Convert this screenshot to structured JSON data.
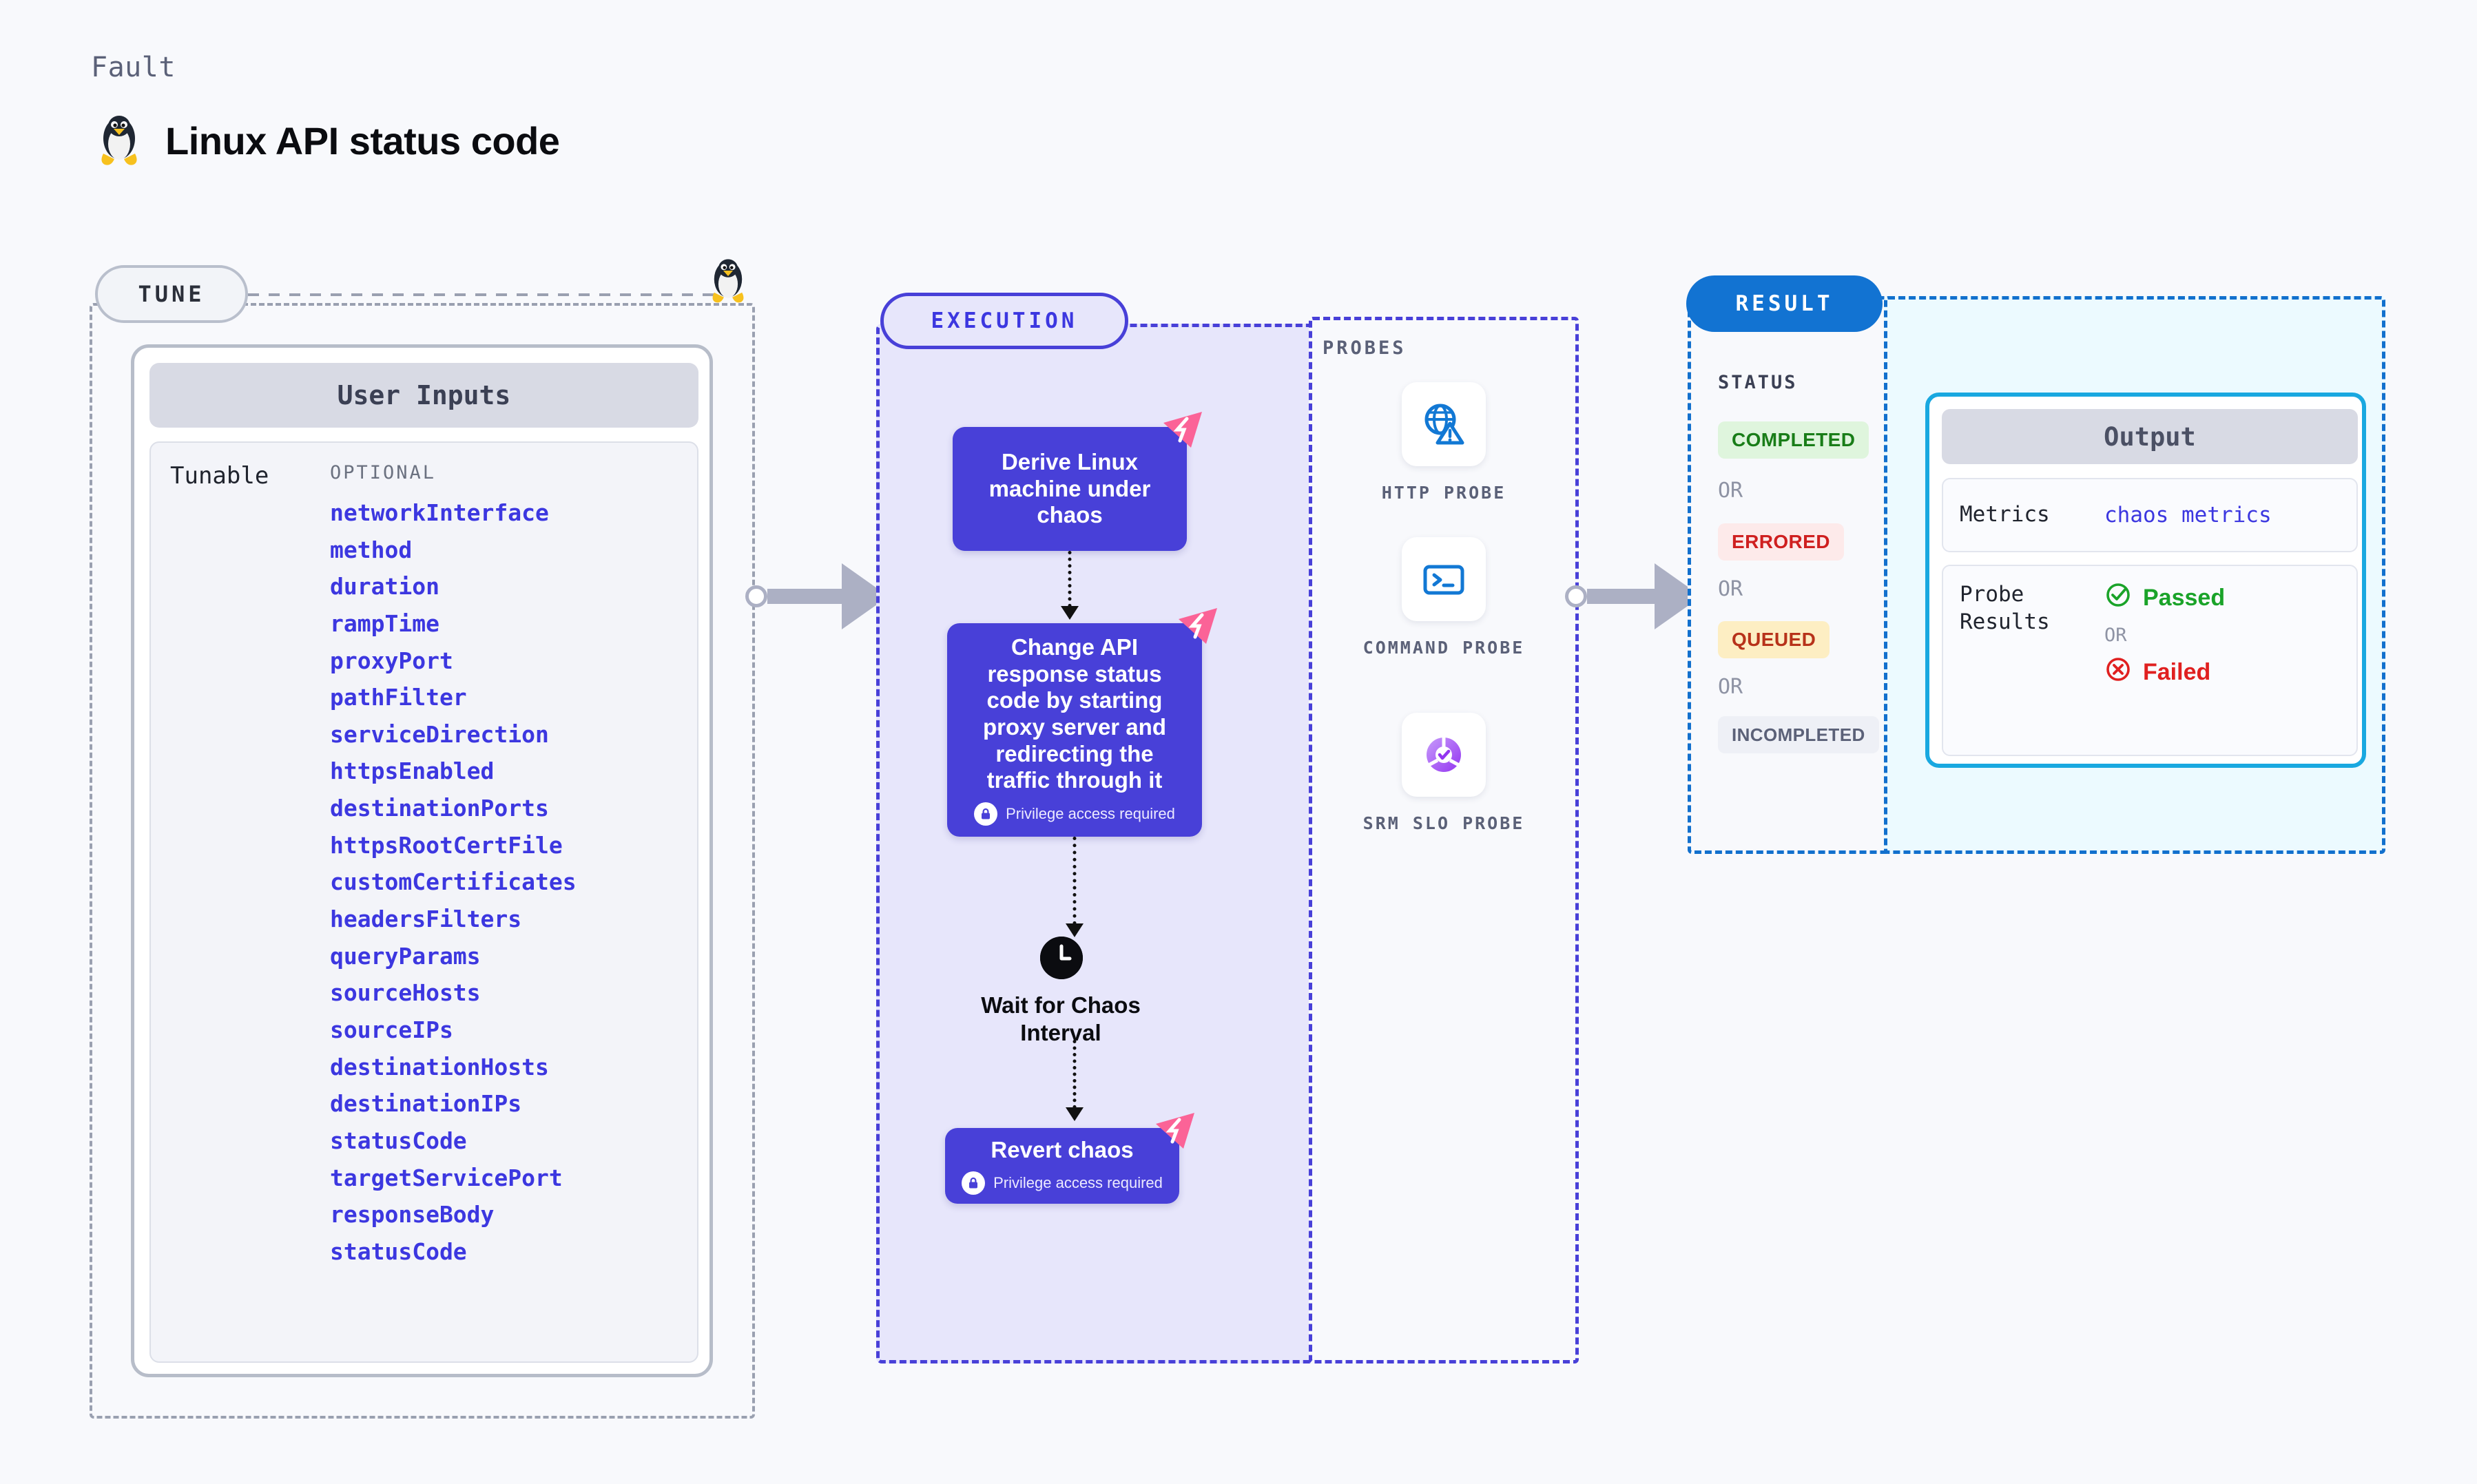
{
  "header": {
    "eyebrow": "Fault",
    "title": "Linux API status code",
    "os_icon": "linux-penguin-icon"
  },
  "tune": {
    "pill_label": "TUNE",
    "card_title": "User Inputs",
    "tunable_label": "Tunable",
    "optional_label": "OPTIONAL",
    "params": [
      "networkInterface",
      "method",
      "duration",
      "rampTime",
      "proxyPort",
      "pathFilter",
      "serviceDirection",
      "httpsEnabled",
      "destinationPorts",
      "httpsRootCertFile",
      "customCertificates",
      "headersFilters",
      "queryParams",
      "sourceHosts",
      "sourceIPs",
      "destinationHosts",
      "destinationIPs",
      "statusCode",
      "targetServicePort",
      "responseBody",
      "statusCode"
    ]
  },
  "execution": {
    "pill_label": "EXECUTION",
    "nodes": [
      {
        "id": "derive",
        "text": "Derive Linux machine under chaos",
        "privilege": null,
        "ribbon": true
      },
      {
        "id": "change-api",
        "text": "Change API response status code by starting proxy server and redirecting the traffic through it",
        "privilege": "Privilege access required",
        "ribbon": true
      },
      {
        "id": "revert",
        "text": "Revert chaos",
        "privilege": "Privilege access required",
        "ribbon": true
      }
    ],
    "wait": {
      "icon": "clock-icon",
      "label": "Wait for Chaos Interval"
    }
  },
  "probes": {
    "title": "PROBES",
    "items": [
      {
        "label": "HTTP PROBE",
        "icon": "globe-warning-icon"
      },
      {
        "label": "COMMAND PROBE",
        "icon": "terminal-icon"
      },
      {
        "label": "SRM SLO PROBE",
        "icon": "slo-donut-check-icon"
      }
    ]
  },
  "result": {
    "pill_label": "RESULT",
    "status_title": "STATUS",
    "or_label": "OR",
    "statuses": [
      {
        "label": "COMPLETED",
        "bg": "#dff5dd",
        "fg": "#197d18"
      },
      {
        "label": "ERRORED",
        "bg": "#fdeaea",
        "fg": "#cf2020"
      },
      {
        "label": "QUEUED",
        "bg": "#fdeec3",
        "fg": "#b7321a"
      },
      {
        "label": "INCOMPLETED",
        "bg": "#eef0f6",
        "fg": "#5b6178"
      }
    ]
  },
  "output": {
    "title": "Output",
    "metrics_key": "Metrics",
    "metrics_value": "chaos metrics",
    "probe_results_key": "Probe Results",
    "or_label": "OR",
    "passed_label": "Passed",
    "failed_label": "Failed",
    "passed_color": "#1aa329",
    "failed_color": "#e02020"
  },
  "colors": {
    "accent_purple": "#3c37e0",
    "node_purple": "#4840d8",
    "result_blue": "#1273d2",
    "output_cyan": "#19a8e0",
    "ribbon_pink": "#fb6397"
  }
}
